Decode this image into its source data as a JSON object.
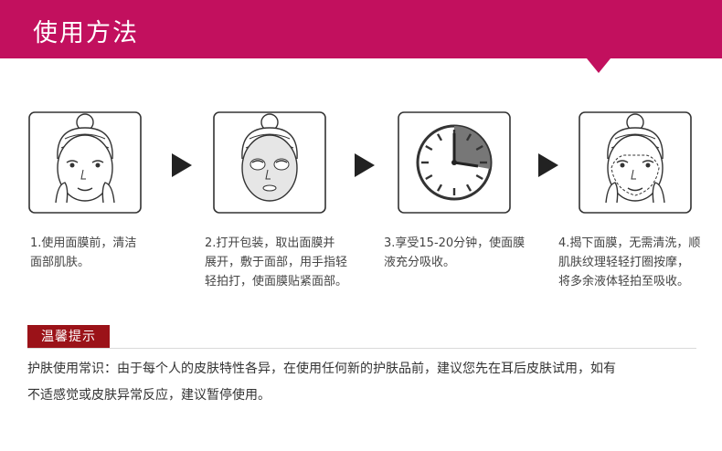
{
  "header": {
    "title": "使用方法",
    "color": "#c2105e"
  },
  "steps": [
    {
      "icon": "face-washing-icon",
      "caption": [
        "1.使用面膜前，清洁",
        "面部肌肤。"
      ]
    },
    {
      "icon": "face-mask-applied-icon",
      "caption": [
        "2.打开包装，取出面膜并",
        "展开，敷于面部，用手指轻",
        "轻拍打，使面膜贴紧面部。"
      ]
    },
    {
      "icon": "clock-icon",
      "caption": [
        "3.享受15-20分钟，使面膜",
        "液充分吸收。"
      ]
    },
    {
      "icon": "face-massage-icon",
      "caption": [
        "4.揭下面膜，无需清洗，顺",
        "肌肤纹理轻轻打圈按摩，",
        "将多余液体轻拍至吸收。"
      ]
    }
  ],
  "tips": {
    "badge": "温馨提示",
    "badge_color": "#9b1218",
    "text": [
      "护肤使用常识：由于每个人的皮肤特性各异，在使用任何新的护肤品前，建议您先在耳后皮肤试用，如有",
      "不适感觉或皮肤异常反应，建议暂停使用。"
    ]
  }
}
